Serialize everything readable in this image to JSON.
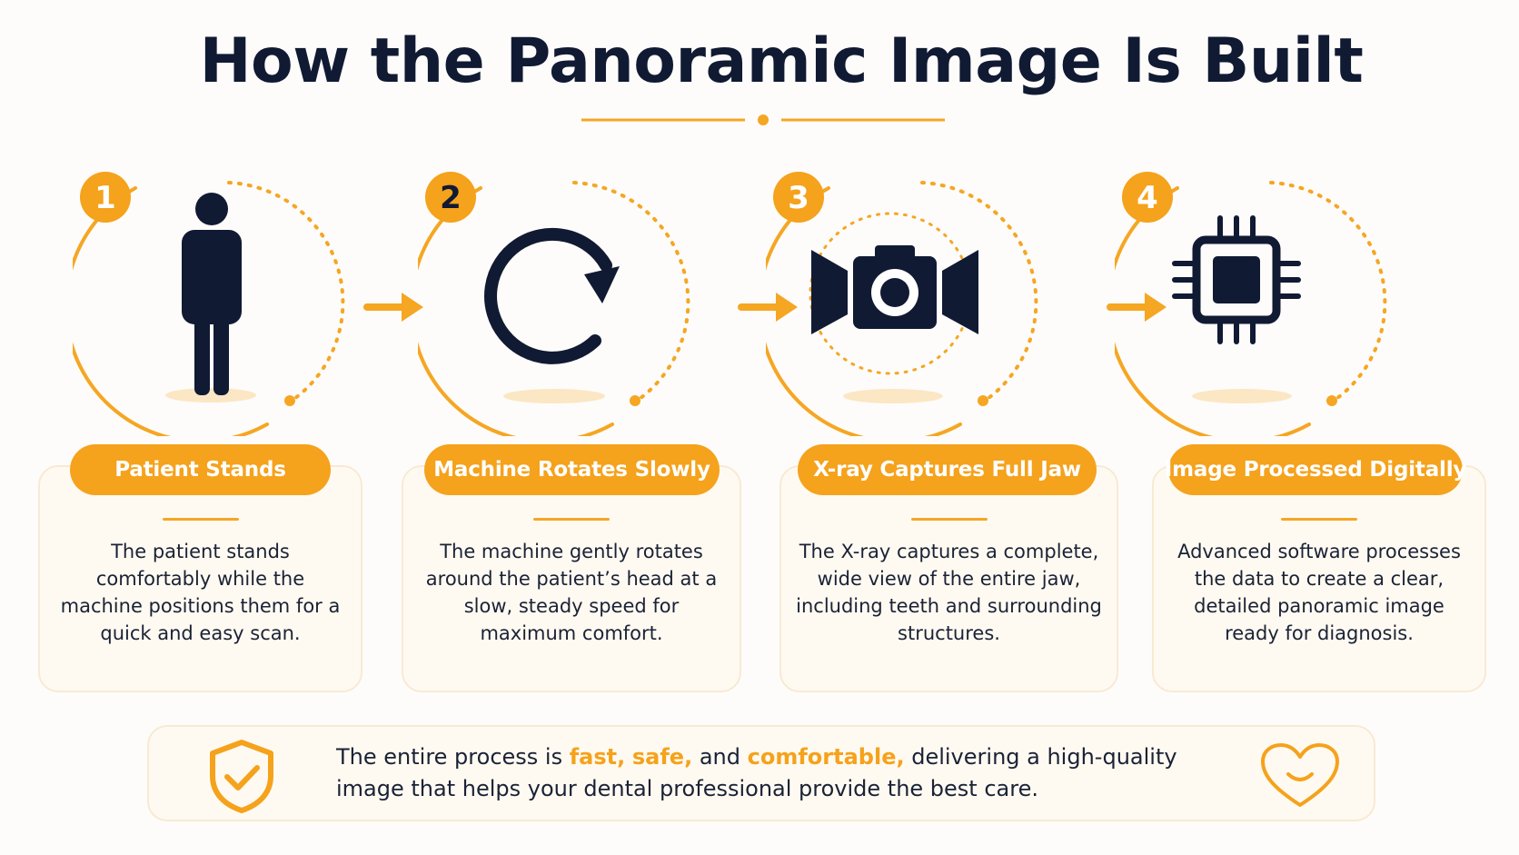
{
  "title": "How the Panoramic Image Is Built",
  "steps": [
    {
      "number": "1",
      "label": "Patient Stands",
      "icon": "person-icon",
      "description": "The patient stands comfortably while the machine positions them for a quick and easy scan."
    },
    {
      "number": "2",
      "label": "Machine Rotates Slowly",
      "icon": "rotate-icon",
      "description": "The machine gently rotates around the patient’s head at a slow, steady speed for maximum comfort."
    },
    {
      "number": "3",
      "label": "X-ray Captures Full Jaw",
      "icon": "camera-icon",
      "description": "The X-ray captures a complete, wide view of the entire jaw, including teeth and surrounding structures."
    },
    {
      "number": "4",
      "label": "Image Processed Digitally",
      "icon": "processor-chip-icon",
      "description": "Advanced software processes the data to create a clear, detailed panoramic image ready for diagnosis."
    }
  ],
  "summary": {
    "intro": "The entire process is ",
    "highlight_1": "fast,",
    "space_1": " ",
    "highlight_2": "safe,",
    "connector": " and ",
    "highlight_3": "comfortable,",
    "outro": " delivering a high-quality image that helps your dental professional provide the best care.",
    "left_icon": "shield-check-icon",
    "right_icon": "smiling-heart-icon"
  },
  "colors": {
    "accent": "#f5a21c",
    "navy": "#111a33",
    "card_bg": "#fffaf1",
    "card_border": "#f8ead3"
  }
}
